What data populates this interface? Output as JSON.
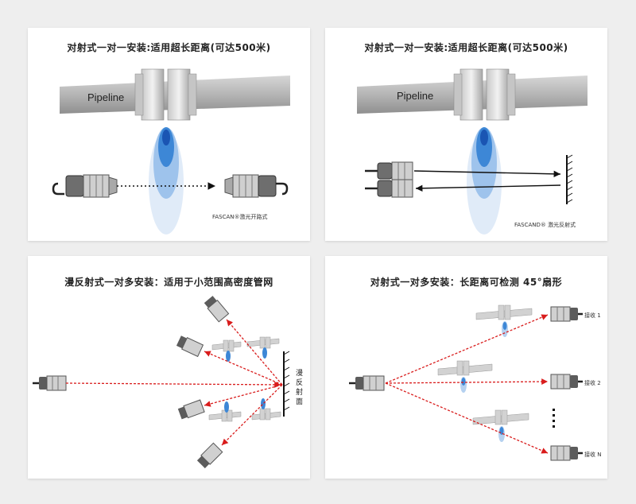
{
  "panels": [
    {
      "title": "对射式一对一安装:适用超长距离(可达500米)",
      "pipe_label": "Pipeline",
      "brand_caption": "FASCAN®激光开路式"
    },
    {
      "title": "对射式一对一安装:适用超长距离(可达500米)",
      "pipe_label": "Pipeline",
      "brand_caption": "FASCAND® 激光反射式"
    },
    {
      "title": "漫反射式一对多安装：适用于小范围高密度管网",
      "reflector_label": [
        "漫",
        "反",
        "射",
        "面"
      ]
    },
    {
      "title": "对射式一对多安装：长距离可检测 45°扇形",
      "receivers": [
        "接收 1",
        "接收 2",
        "接收 N"
      ]
    }
  ],
  "colors": {
    "laser": "#d91c1c",
    "flame": "#2f7fd0",
    "pipe": "#b8b8b8"
  }
}
